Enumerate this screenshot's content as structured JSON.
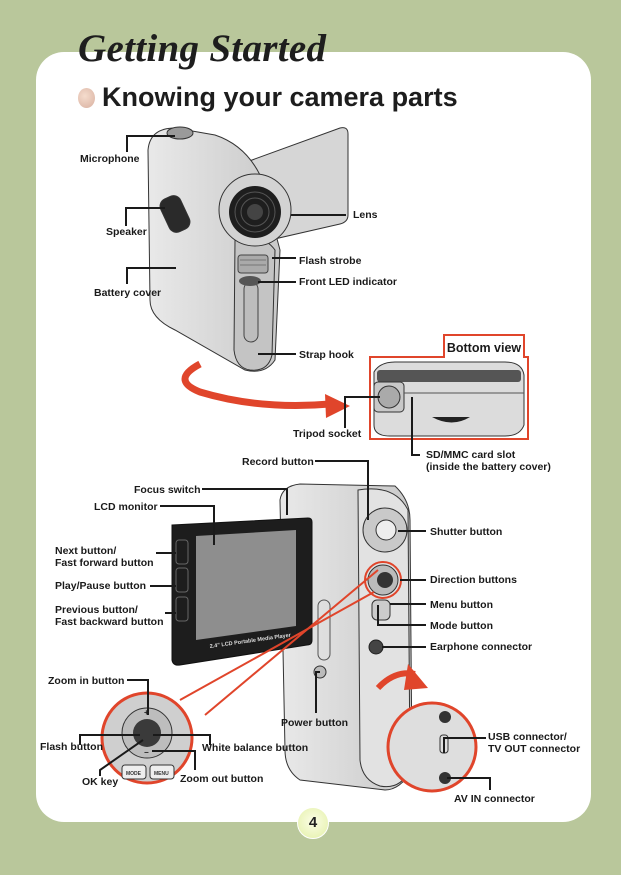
{
  "header": {
    "page_title": "Getting Started",
    "section_title": "Knowing your camera parts"
  },
  "bottom_view": {
    "tag": "Bottom view"
  },
  "labels": {
    "microphone": "Microphone",
    "speaker": "Speaker",
    "battery_cover": "Battery cover",
    "lens": "Lens",
    "flash_strobe": "Flash strobe",
    "front_led": "Front LED indicator",
    "strap_hook": "Strap hook",
    "tripod_socket": "Tripod socket",
    "sd_slot_line1": "SD/MMC card slot",
    "sd_slot_line2": "(inside the battery cover)",
    "record_button": "Record button",
    "focus_switch": "Focus switch",
    "lcd_monitor": "LCD monitor",
    "next_line1": "Next button/",
    "next_line2": "Fast forward button",
    "play_pause": "Play/Pause button",
    "prev_line1": "Previous button/",
    "prev_line2": "Fast backward button",
    "shutter_button": "Shutter button",
    "direction_buttons": "Direction buttons",
    "menu_button": "Menu button",
    "mode_button": "Mode button",
    "earphone_connector": "Earphone connector",
    "zoom_in": "Zoom in button",
    "flash_button": "Flash button",
    "white_balance": "White balance button",
    "ok_key": "OK key",
    "zoom_out": "Zoom out button",
    "power_button": "Power button",
    "usb_line1": "USB connector/",
    "usb_line2": "TV OUT connector",
    "av_in": "AV IN connector"
  },
  "screen_text": {
    "lcd_caption": "2.4\" LCD Portable Media Player",
    "mode_key": "MODE",
    "menu_key": "MENU"
  },
  "footer": {
    "page_number": "4"
  },
  "colors": {
    "page_background": "#b9c79b",
    "accent_red": "#e0452b",
    "card": "#ffffff"
  }
}
